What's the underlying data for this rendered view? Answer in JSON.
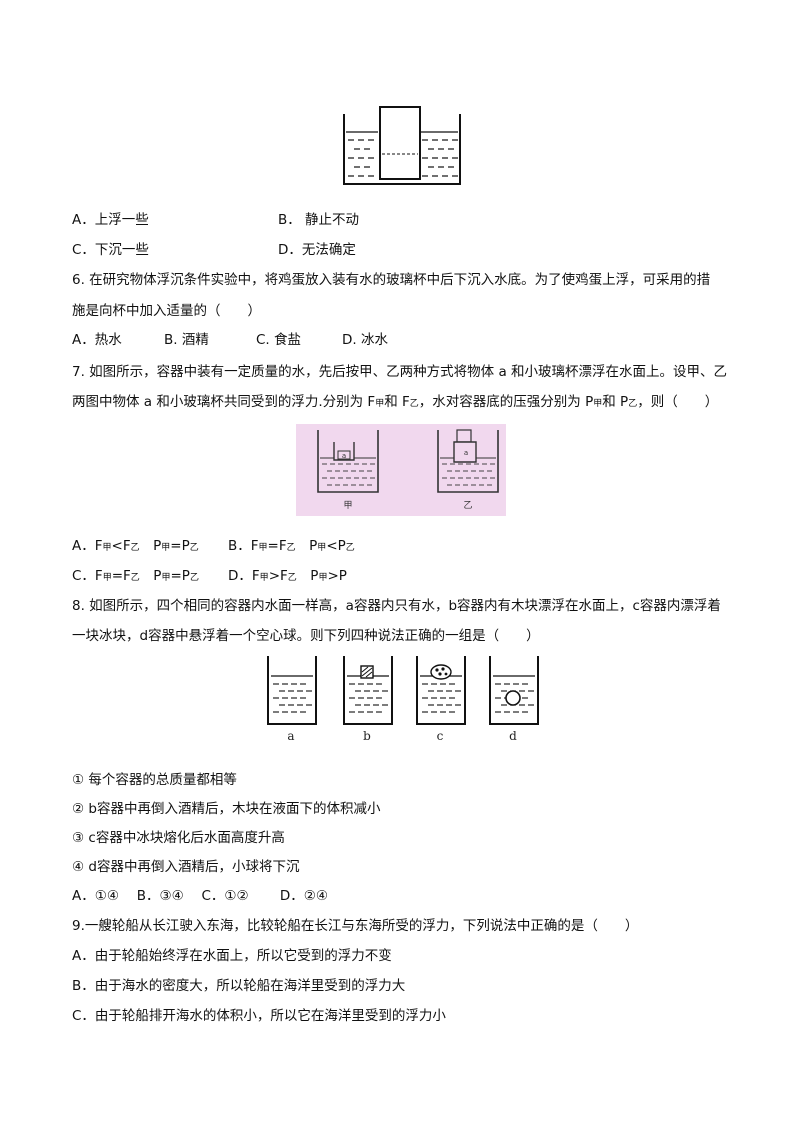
{
  "q5": {
    "options": [
      {
        "key": "A",
        "label": "A．上浮一些"
      },
      {
        "key": "B",
        "label": "B． 静止不动"
      },
      {
        "key": "C",
        "label": "C．下沉一些"
      },
      {
        "key": "D",
        "label": "D．无法确定"
      }
    ]
  },
  "q6": {
    "line1": "6. 在研究物体浮沉条件实验中，将鸡蛋放入装有水的玻璃杯中后下沉入水底。为了使鸡蛋上浮，可采用的措",
    "line2": "施是向杯中加入适量的（　　）",
    "options": [
      {
        "key": "A",
        "label": "A．热水"
      },
      {
        "key": "B",
        "label": "B. 酒精"
      },
      {
        "key": "C",
        "label": "C. 食盐"
      },
      {
        "key": "D",
        "label": "D. 冰水"
      }
    ]
  },
  "q7": {
    "line1": "7. 如图所示，容器中装有一定质量的水，先后按甲、乙两种方式将物体 a 和小玻璃杯漂浮在水面上。设甲、乙",
    "line2_a": "两图中物体 a 和小玻璃杯共同受到的浮力.分别为 F",
    "line2_sub1": "甲",
    "line2_b": "和 F",
    "line2_sub2": "乙",
    "line2_c": "，水对容器底的压强分别为 P",
    "line2_sub3": "甲",
    "line2_d": "和 P",
    "line2_sub4": "乙",
    "line2_e": "，则（　　）",
    "figure_labels": {
      "left": "甲",
      "right": "乙",
      "object": "a"
    },
    "options": {
      "A1": "A．F",
      "A1s": "甲",
      "A2": "<F",
      "A2s": "乙",
      "A3": "　P",
      "A3s": "甲",
      "A4": "=P",
      "A4s": "乙",
      "B1": "B．F",
      "B1s": "甲",
      "B2": "=F",
      "B2s": "乙",
      "B3": "　P",
      "B3s": "甲",
      "B4": "<P",
      "B4s": "乙",
      "C1": "C．F",
      "C1s": "甲",
      "C2": "=F",
      "C2s": "乙",
      "C3": "　P",
      "C3s": "甲",
      "C4": "=P",
      "C4s": "乙",
      "D1": "D．F",
      "D1s": "甲",
      "D2": ">F",
      "D2s": "乙",
      "D3": "　P",
      "D3s": "甲",
      "D4": ">P"
    }
  },
  "q8": {
    "line1": "8. 如图所示，四个相同的容器内水面一样高，a容器内只有水，b容器内有木块漂浮在水面上，c容器内漂浮着",
    "line2": "一块冰块，d容器中悬浮着一个空心球。则下列四种说法正确的一组是（　　）",
    "figure_labels": [
      "a",
      "b",
      "c",
      "d"
    ],
    "statements": [
      "①  每个容器的总质量都相等",
      "②  b容器中再倒入酒精后，木块在液面下的体积减小",
      "③  c容器中冰块熔化后水面高度升高",
      "④  d容器中再倒入酒精后，小球将下沉"
    ],
    "options": "A．①④　 B．③④　 C．①②　　 D．②④"
  },
  "q9": {
    "line1": "9.一艘轮船从长江驶入东海，比较轮船在长江与东海所受的浮力，下列说法中正确的是（　　）",
    "options": [
      "A．由于轮船始终浮在水面上，所以它受到的浮力不变",
      "B．由于海水的密度大，所以轮船在海洋里受到的浮力大",
      "C．由于轮船排开海水的体积小，所以它在海洋里受到的浮力小"
    ]
  }
}
